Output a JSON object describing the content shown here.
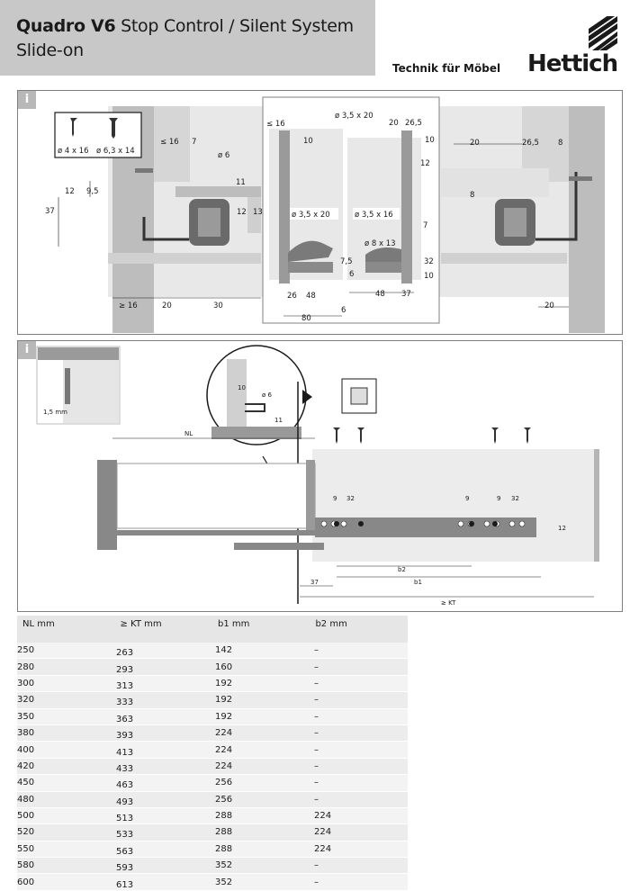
{
  "header": {
    "title_bold": "Quadro V6",
    "title_rest": "Stop Control / Silent System",
    "subtitle": "Slide-on",
    "tagline": "Technik für Möbel",
    "brand": "Hettich"
  },
  "panel1": {
    "info": "i",
    "screw_small": "ø 4 x 16",
    "screw_large": "ø 6,3 x 14",
    "dims_left": [
      "≤ 16",
      "7",
      "ø 6",
      "11",
      "12",
      "9,5",
      "37",
      "12",
      "13",
      "≥ 16",
      "20",
      "30"
    ],
    "dims_center": [
      "≤ 16",
      "10",
      "ø 3,5 x 20",
      "20",
      "26,5",
      "10",
      "12",
      "ø 3,5 x 20",
      "ø 3,5 x 16",
      "ø 8 x 13",
      "7",
      "32",
      "7,5",
      "6",
      "10",
      "26",
      "48",
      "48",
      "37",
      "80",
      "6"
    ],
    "dims_right": [
      "20",
      "26,5",
      "8",
      "8",
      "20"
    ]
  },
  "panel2": {
    "info": "i",
    "inset_dim": "1,5 mm",
    "zoom_dims": [
      "10",
      "ø 6",
      "11"
    ],
    "nl": "NL",
    "kt": "≥ KT",
    "top_dims": [
      "9",
      "32",
      "9",
      "9",
      "32"
    ],
    "side_dim": "12",
    "b2": "b2",
    "b1": "b1",
    "d37": "37"
  },
  "table": {
    "headers": [
      "NL mm",
      "≥ KT mm",
      "b1 mm",
      "b2 mm"
    ],
    "rows": [
      [
        "250",
        "263",
        "142",
        "–"
      ],
      [
        "280",
        "293",
        "160",
        "–"
      ],
      [
        "300",
        "313",
        "192",
        "–"
      ],
      [
        "320",
        "333",
        "192",
        "–"
      ],
      [
        "350",
        "363",
        "192",
        "–"
      ],
      [
        "380",
        "393",
        "224",
        "–"
      ],
      [
        "400",
        "413",
        "224",
        "–"
      ],
      [
        "420",
        "433",
        "224",
        "–"
      ],
      [
        "450",
        "463",
        "256",
        "–"
      ],
      [
        "480",
        "493",
        "256",
        "–"
      ],
      [
        "500",
        "513",
        "288",
        "224"
      ],
      [
        "520",
        "533",
        "288",
        "224"
      ],
      [
        "550",
        "563",
        "288",
        "224"
      ],
      [
        "580",
        "593",
        "352",
        "–"
      ],
      [
        "600",
        "613",
        "352",
        "–"
      ]
    ]
  }
}
